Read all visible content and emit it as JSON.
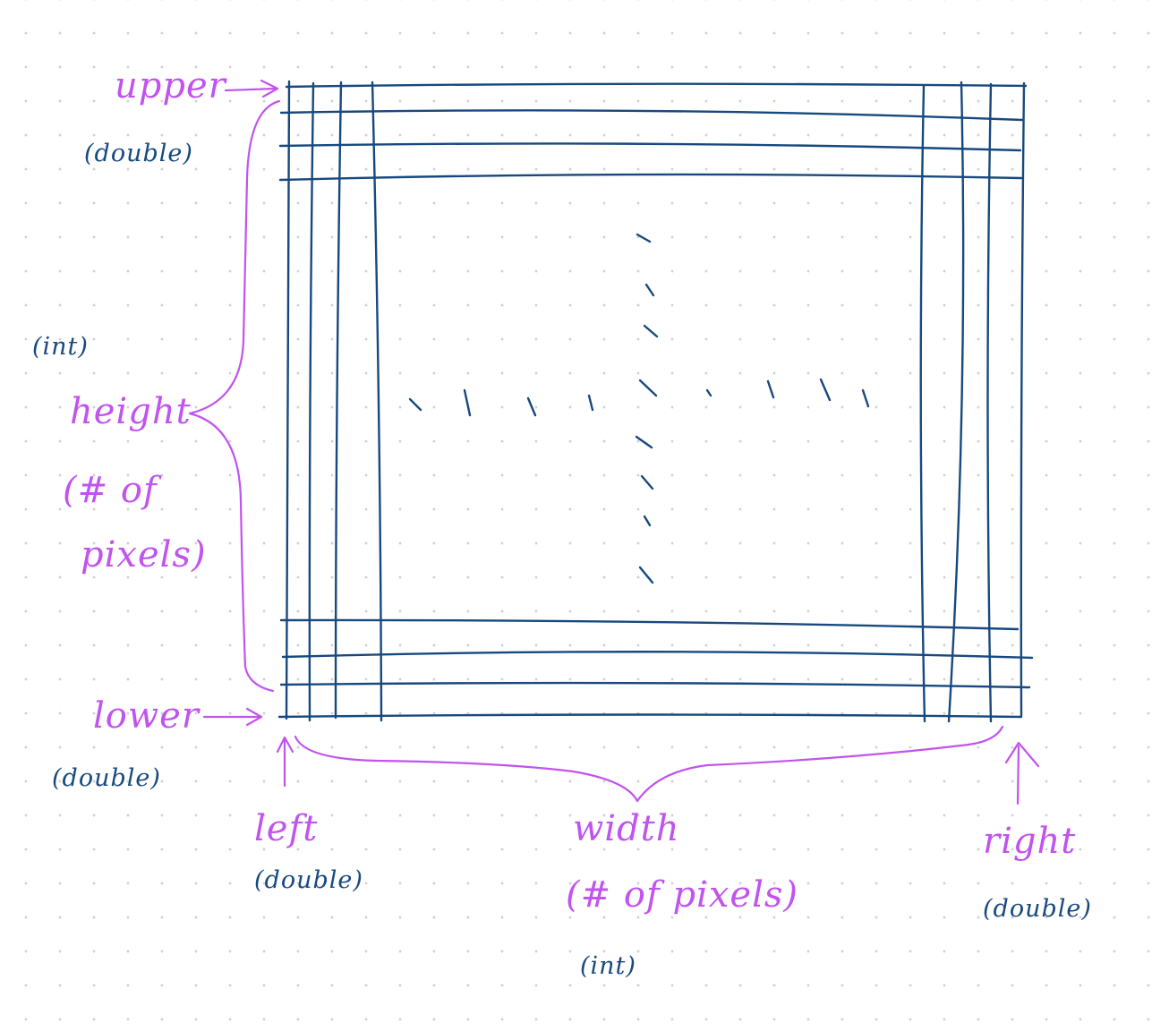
{
  "labels": {
    "upper": {
      "name": "upper",
      "type": "(double)"
    },
    "lower": {
      "name": "lower",
      "type": "(double)"
    },
    "left": {
      "name": "left",
      "type": "(double)"
    },
    "right": {
      "name": "right",
      "type": "(double)"
    },
    "height": {
      "type": "(int)",
      "name": "height",
      "desc_line1": "(# of",
      "desc_line2": "pixels)"
    },
    "width": {
      "name": "width",
      "desc": "(# of pixels)",
      "type": "(int)"
    }
  },
  "colors": {
    "label_pink": "#c153ee",
    "ink_blue": "#17497e",
    "dot_grid": "#cfd3d8"
  }
}
